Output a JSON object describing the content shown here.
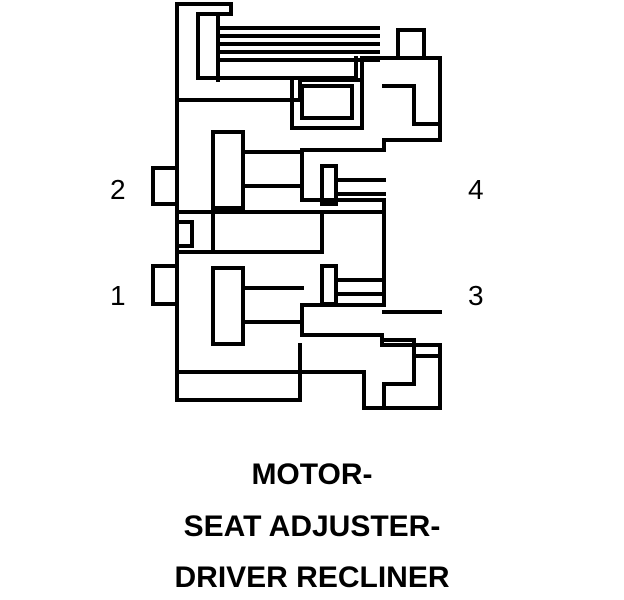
{
  "pins": {
    "pin1": "1",
    "pin2": "2",
    "pin3": "3",
    "pin4": "4"
  },
  "caption": {
    "line1": "MOTOR-",
    "line2": "SEAT ADJUSTER-",
    "line3": "DRIVER RECLINER"
  },
  "colors": {
    "stroke": "#000000",
    "background": "#ffffff"
  }
}
